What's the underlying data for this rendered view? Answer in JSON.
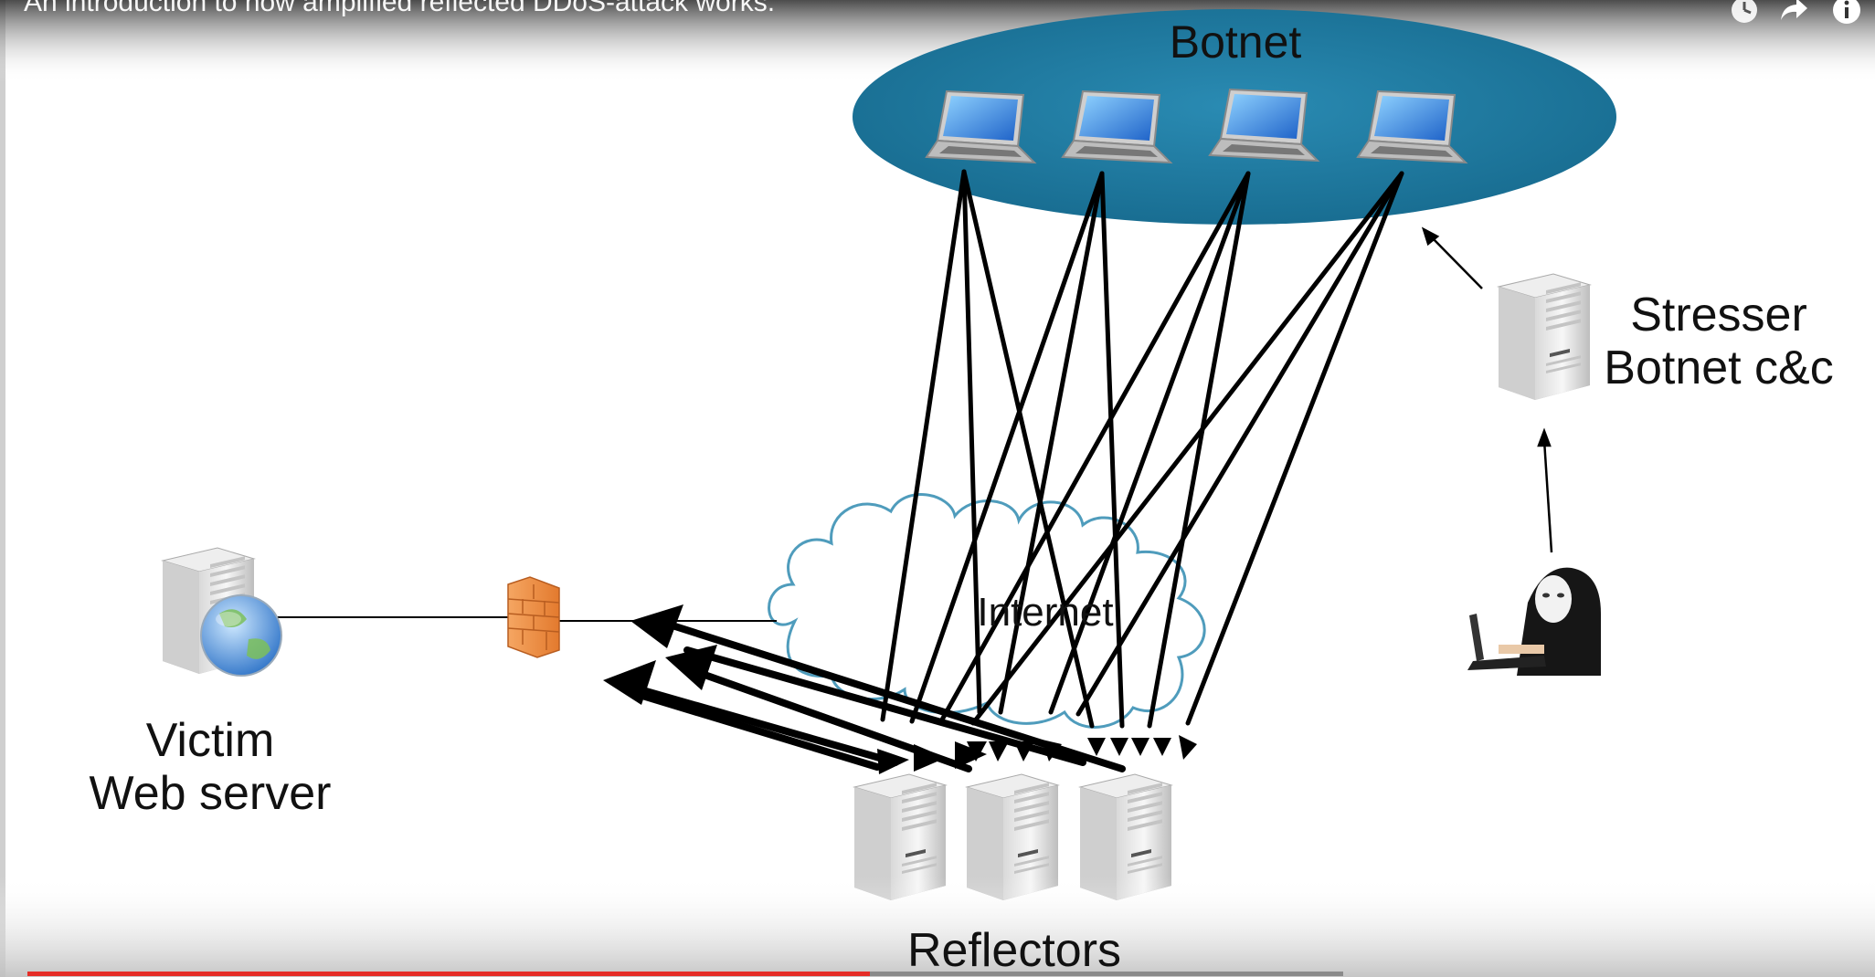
{
  "video": {
    "title": "An introduction to how amplified reflected DDoS-attack works.",
    "progress_fraction": 0.64
  },
  "diagram": {
    "botnet_label": "Botnet",
    "stresser_label_line1": "Stresser",
    "stresser_label_line2": "Botnet c&c",
    "internet_label": "Internet",
    "victim_label_line1": "Victim",
    "victim_label_line2": "Web server",
    "reflectors_label": "Reflectors"
  },
  "icons": {
    "laptop": "laptop-icon",
    "server": "server-icon",
    "globe": "globe-icon",
    "firewall": "firewall-icon",
    "hacker": "hacker-icon",
    "clock": "clock-icon",
    "share": "share-icon",
    "info": "info-icon"
  },
  "colors": {
    "botnet_fill": "#1f7aa0",
    "cloud_stroke": "#4f9cbc",
    "firewall": "#f08a3c",
    "progress": "#e52d27"
  }
}
